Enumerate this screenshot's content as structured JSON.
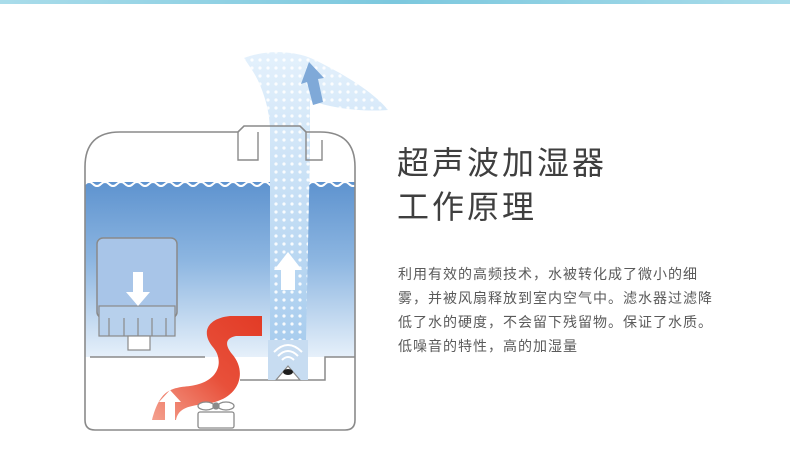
{
  "title": {
    "line1": "超声波加湿器",
    "line2": "工作原理"
  },
  "description": "利用有效的高频技术，水被转化成了微小的细雾，并被风扇释放到室内空气中。滤水器过滤降低了水的硬度，不会留下残留物。保证了水质。低噪音的特性，高的加湿量",
  "colors": {
    "water_dark": "#6e9fd4",
    "water_light": "#cfe2f4",
    "mist": "#d3e8f9",
    "heat": "#e8503a",
    "outline": "#8a8a8a",
    "arrow": "#ffffff",
    "accent_line": "#7cc8de"
  },
  "icons": {
    "down_arrow": "down-arrow-icon",
    "up_arrow": "up-arrow-icon",
    "ultrasonic_waves": "ultrasonic-wave-icon",
    "fan": "fan-icon"
  }
}
